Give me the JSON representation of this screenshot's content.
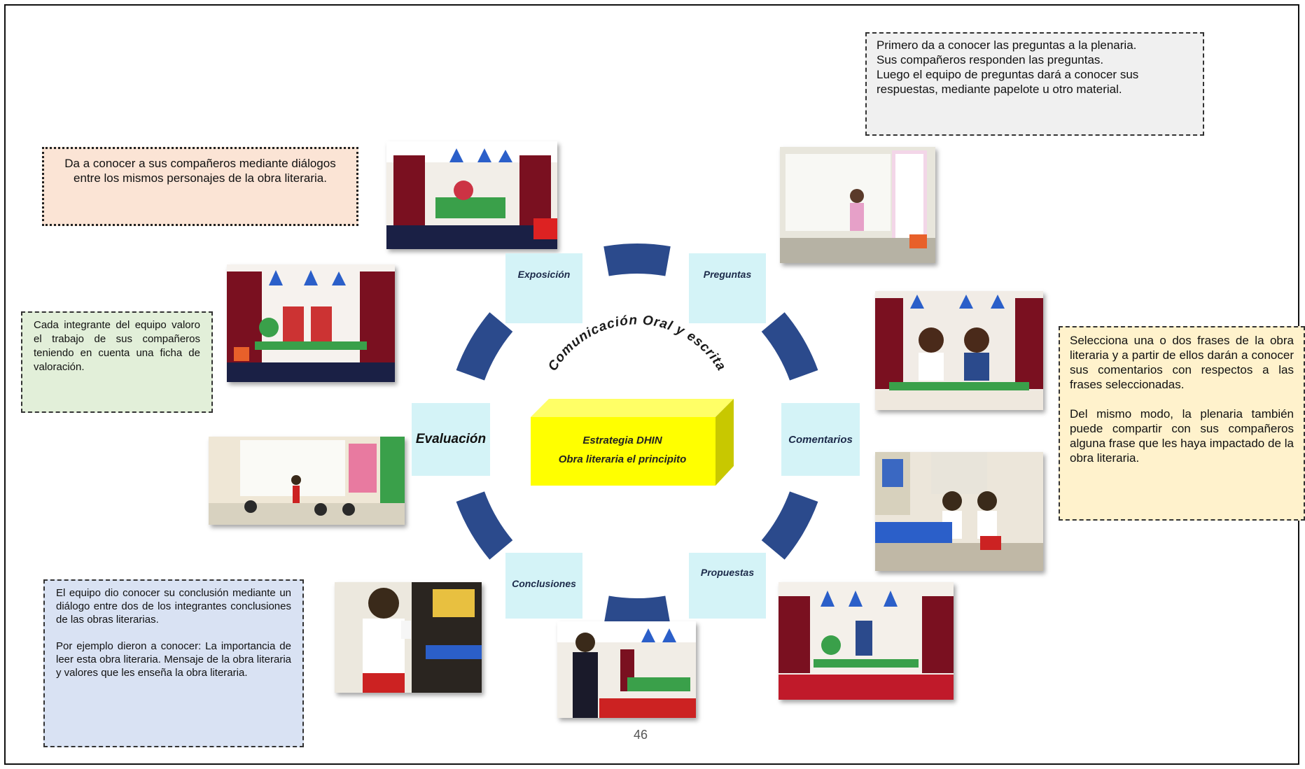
{
  "notes": {
    "preguntas": [
      "Primero da a conocer las preguntas a la plenaria.",
      "Sus compañeros responden las preguntas.",
      "Luego el equipo de preguntas dará a conocer sus respuestas, mediante papelote u otro material."
    ],
    "exposicion": "Da a conocer a sus compañeros mediante diálogos entre los mismos personajes de la obra literaria.",
    "evaluacion": "Cada integrante del equipo valoro el trabajo de sus compañeros teniendo en cuenta una ficha de valoración.",
    "comentarios": [
      "Selecciona una o dos frases de la obra literaria y a partir de ellos darán a conocer sus comentarios con respectos a las frases seleccionadas.",
      "Del mismo modo, la plenaria también puede compartir con sus compañeros alguna frase que les haya impactado de la obra literaria."
    ],
    "conclusiones": [
      "El equipo dio conocer su conclusión mediante un diálogo entre dos de los integrantes conclusiones de las obras literarias.",
      "Por ejemplo dieron a conocer: La importancia de leer esta obra literaria. Mensaje de la obra literaria y valores que les enseña la obra literaria."
    ]
  },
  "stages": {
    "exposicion": "Exposición",
    "preguntas": "Preguntas",
    "evaluacion": "Evaluación",
    "comentarios": "Comentarios",
    "conclusiones": "Conclusiones",
    "propuestas": "Propuestas"
  },
  "arc_title": "Comunicación Oral y escrita",
  "center_box": {
    "line1": "Estrategia DHIN",
    "line2": "Obra literaria el principito"
  },
  "page_number": "46",
  "colors": {
    "ring": "#2b4a8c",
    "stage_label_bg": "#d4f3f7",
    "box_yellow": "#ffff00",
    "note_preguntas": "#f0f0f0",
    "note_exposicion": "#fbe4d5",
    "note_evaluacion": "#e2efd9",
    "note_comentarios": "#fff2cc",
    "note_conclusiones": "#d9e2f3"
  }
}
